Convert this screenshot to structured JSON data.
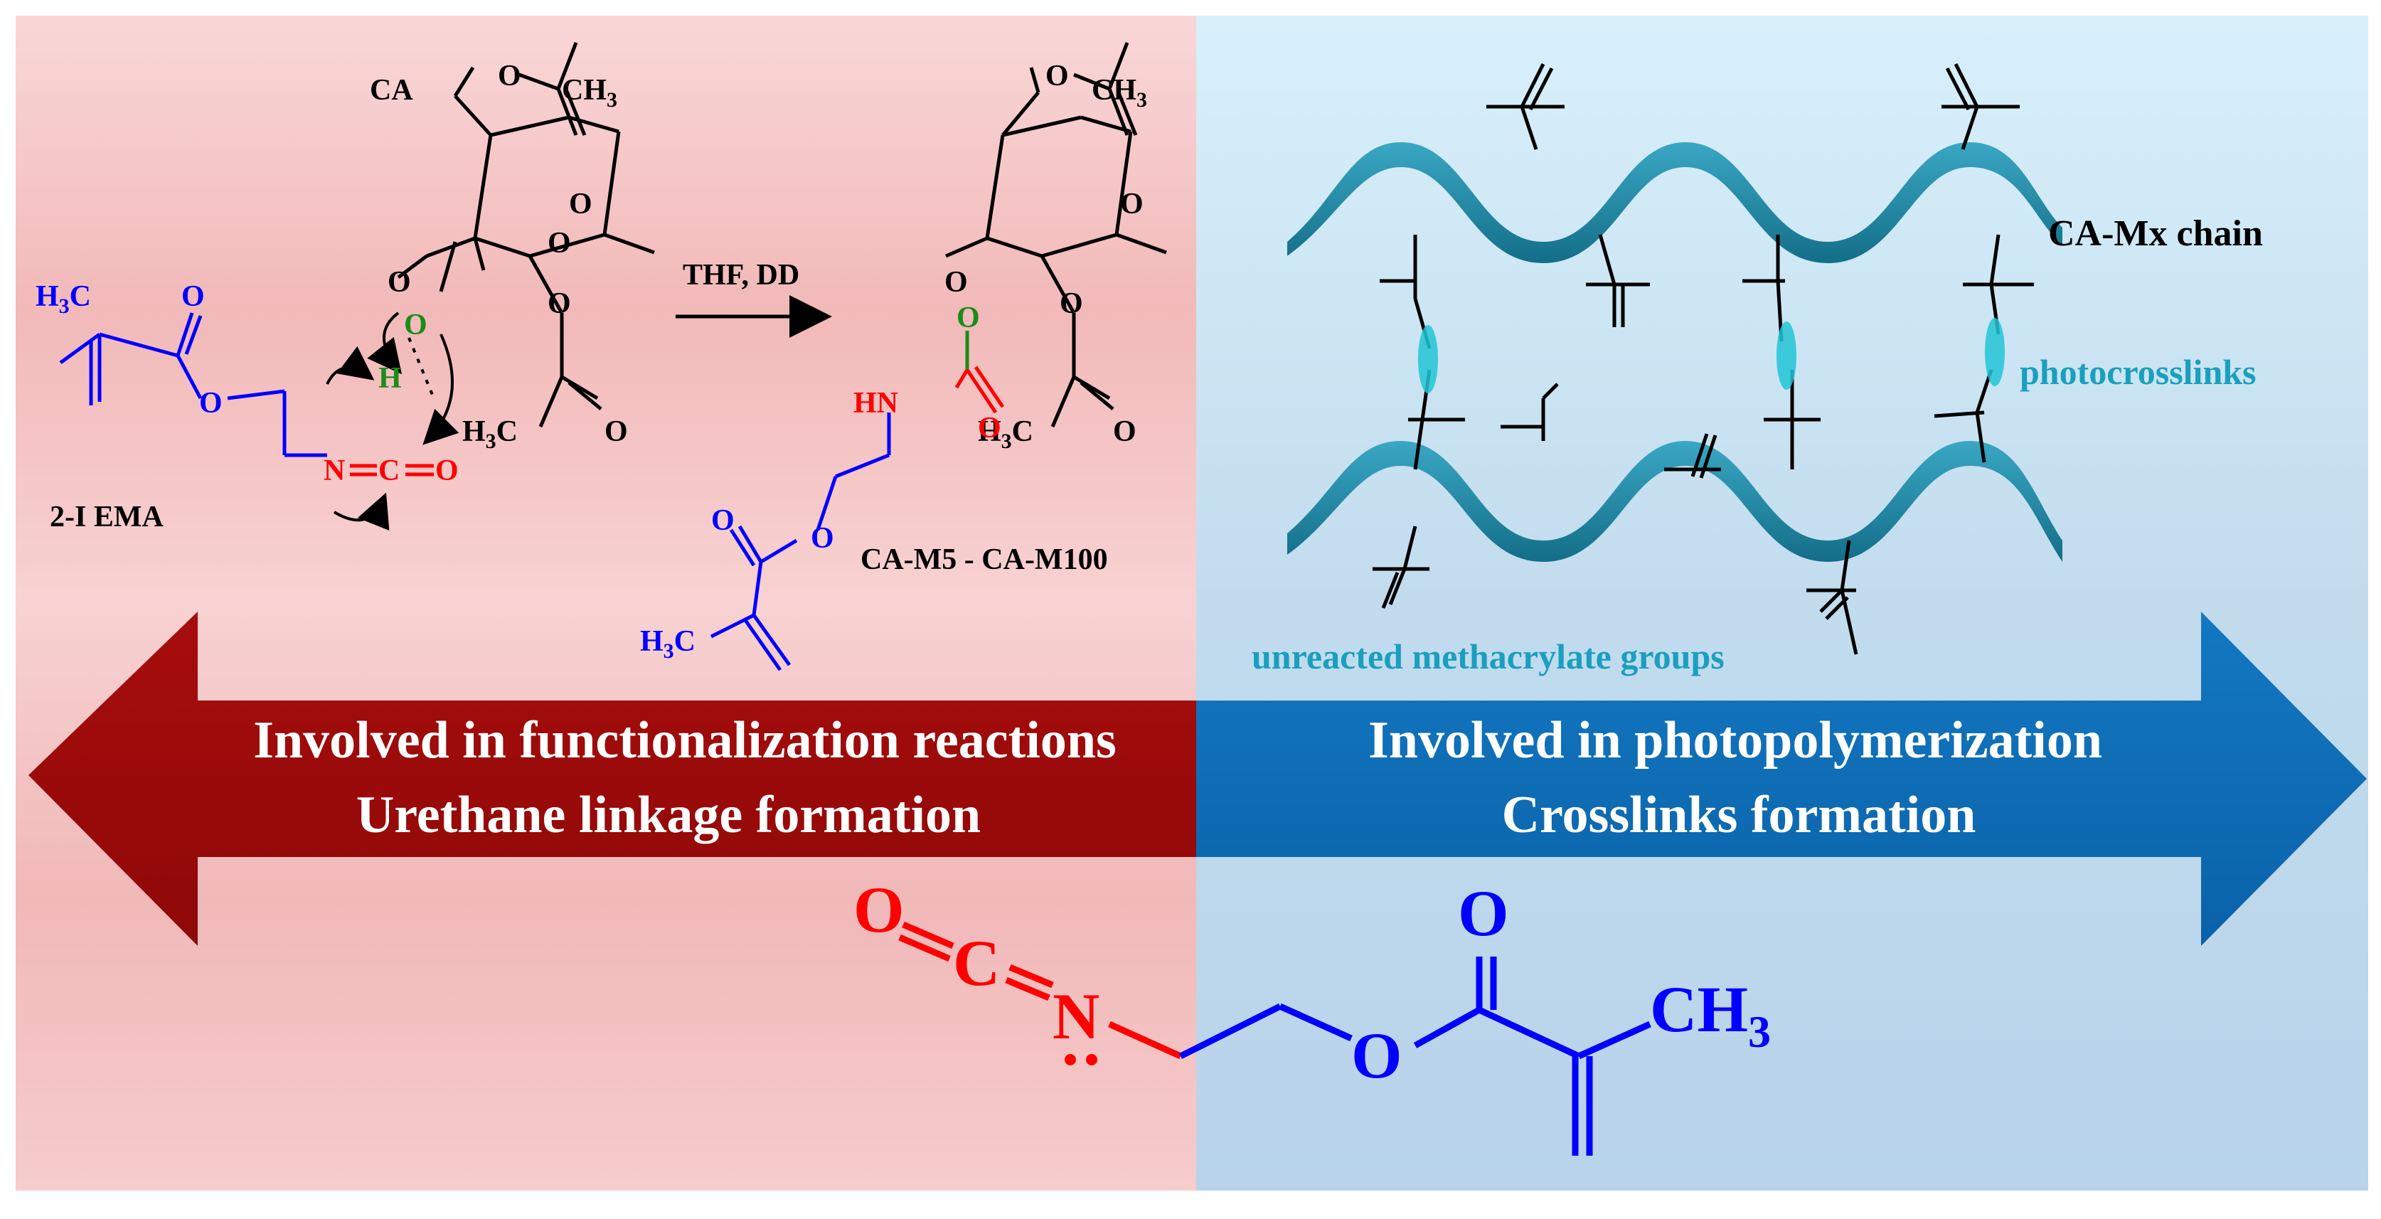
{
  "colors": {
    "left_panel": "#f4c0c0",
    "right_panel": "#c7e3f1",
    "left_arrow": "#9e0b0b",
    "right_arrow": "#0a6fba",
    "ribbon": "#1f8fac",
    "crosslink": "#22c6d6",
    "isocyanate": "#ff0000",
    "methacrylate": "#0000ff",
    "hydroxyl": "#1a8c1a",
    "ink": "#000000",
    "cyan_label": "#1a9fbf"
  },
  "labels": {
    "ca": "CA",
    "ch3_top_left": "CH",
    "ch3_top_right": "CH",
    "sub3": "3",
    "h3c_prefix": "H",
    "h3c_suffix": "C",
    "o": "O",
    "h": "H",
    "n": "N",
    "c": "C",
    "hn": "HN",
    "iema": "2-I EMA",
    "reagent": "THF, DD",
    "product": "CA-M5 - CA-M100",
    "chain": "CA-Mx chain",
    "photocrosslinks": "photocrosslinks",
    "unreacted": "unreacted methacrylate groups",
    "ch3_big": "CH"
  },
  "arrows": {
    "left_line1": "Involved in functionalization reactions",
    "left_line2": "Urethane linkage formation",
    "right_line1": "Involved in photopolymerization",
    "right_line2": "Crosslinks formation"
  }
}
